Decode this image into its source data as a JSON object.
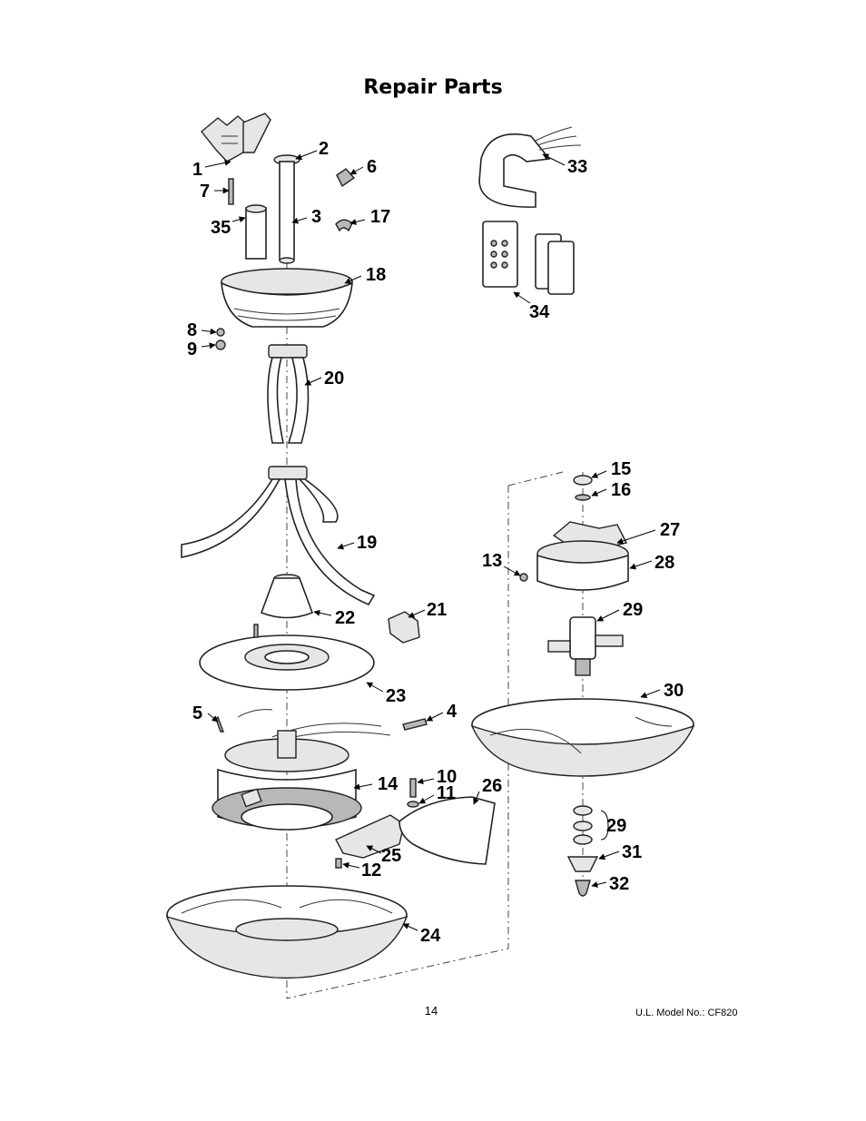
{
  "page": {
    "title": "Repair Parts",
    "page_number": "14",
    "model": "U.L. Model No.: CF820"
  },
  "callouts": [
    "1",
    "2",
    "3",
    "4",
    "5",
    "6",
    "7",
    "8",
    "9",
    "10",
    "11",
    "12",
    "13",
    "14",
    "15",
    "16",
    "17",
    "18",
    "19",
    "20",
    "21",
    "22",
    "23",
    "24",
    "25",
    "26",
    "27",
    "28",
    "29",
    "29",
    "30",
    "31",
    "32",
    "33",
    "34",
    "35"
  ]
}
